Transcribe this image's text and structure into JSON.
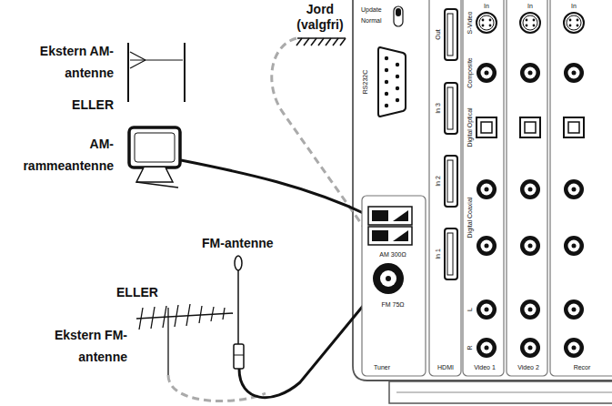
{
  "diagram": {
    "labels": [
      "Jord (valgfri)",
      "Ekstern AM-antenne",
      "ELLER",
      "AM-rammeantenne",
      "FM-antenne",
      "ELLER",
      "Ekstern FM-antenne",
      "Update",
      "Normal",
      "RS232C",
      "Out",
      "In 3",
      "In 2",
      "In 1",
      "HDMI",
      "AM 300Ω",
      "FM 75Ω",
      "Tuner",
      "In",
      "In",
      "In",
      "S-Video",
      "Composite",
      "Digital Optical",
      "Digital Coaxial",
      "L",
      "R",
      "Video 1",
      "Video 2",
      "Recor"
    ]
  }
}
